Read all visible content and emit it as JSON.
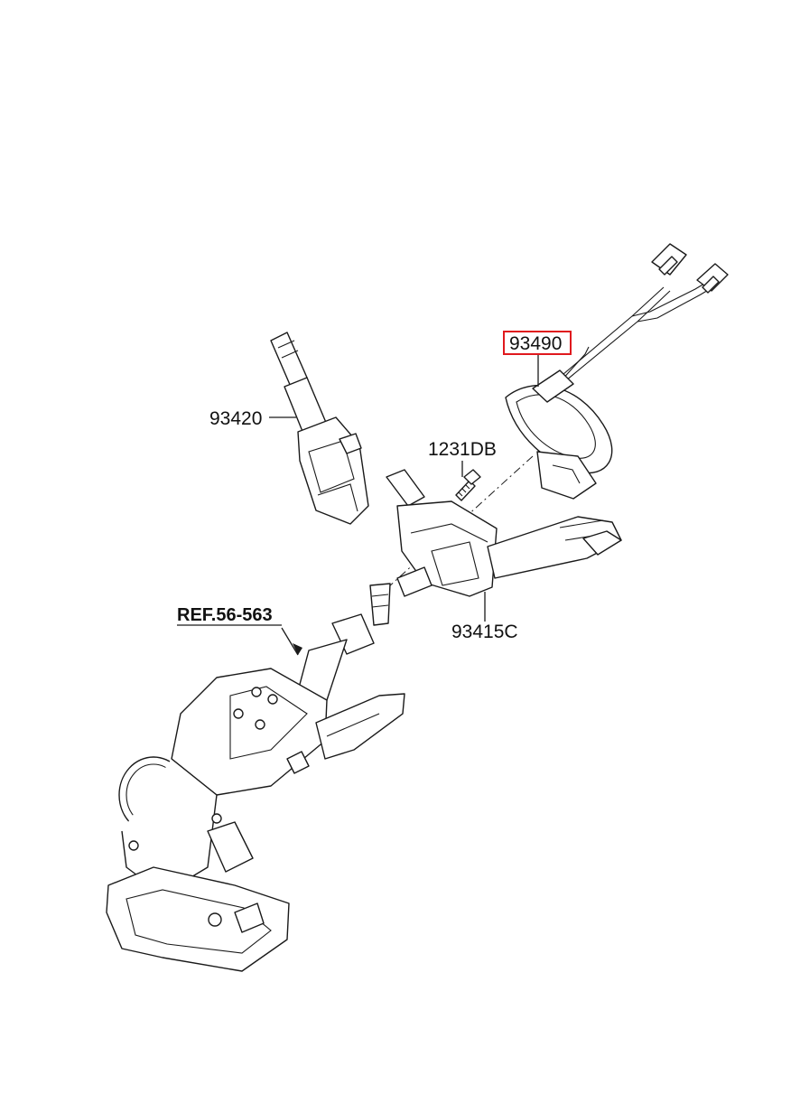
{
  "diagram": {
    "parts": [
      {
        "id": "p93490",
        "number": "93490",
        "highlighted": true
      },
      {
        "id": "p93420",
        "number": "93420",
        "highlighted": false
      },
      {
        "id": "p1231DB",
        "number": "1231DB",
        "highlighted": false
      },
      {
        "id": "p93415C",
        "number": "93415C",
        "highlighted": false
      }
    ],
    "reference": {
      "label": "REF.56-563"
    },
    "highlight_color": "#e0191e",
    "line_color": "#1a1a1a"
  }
}
